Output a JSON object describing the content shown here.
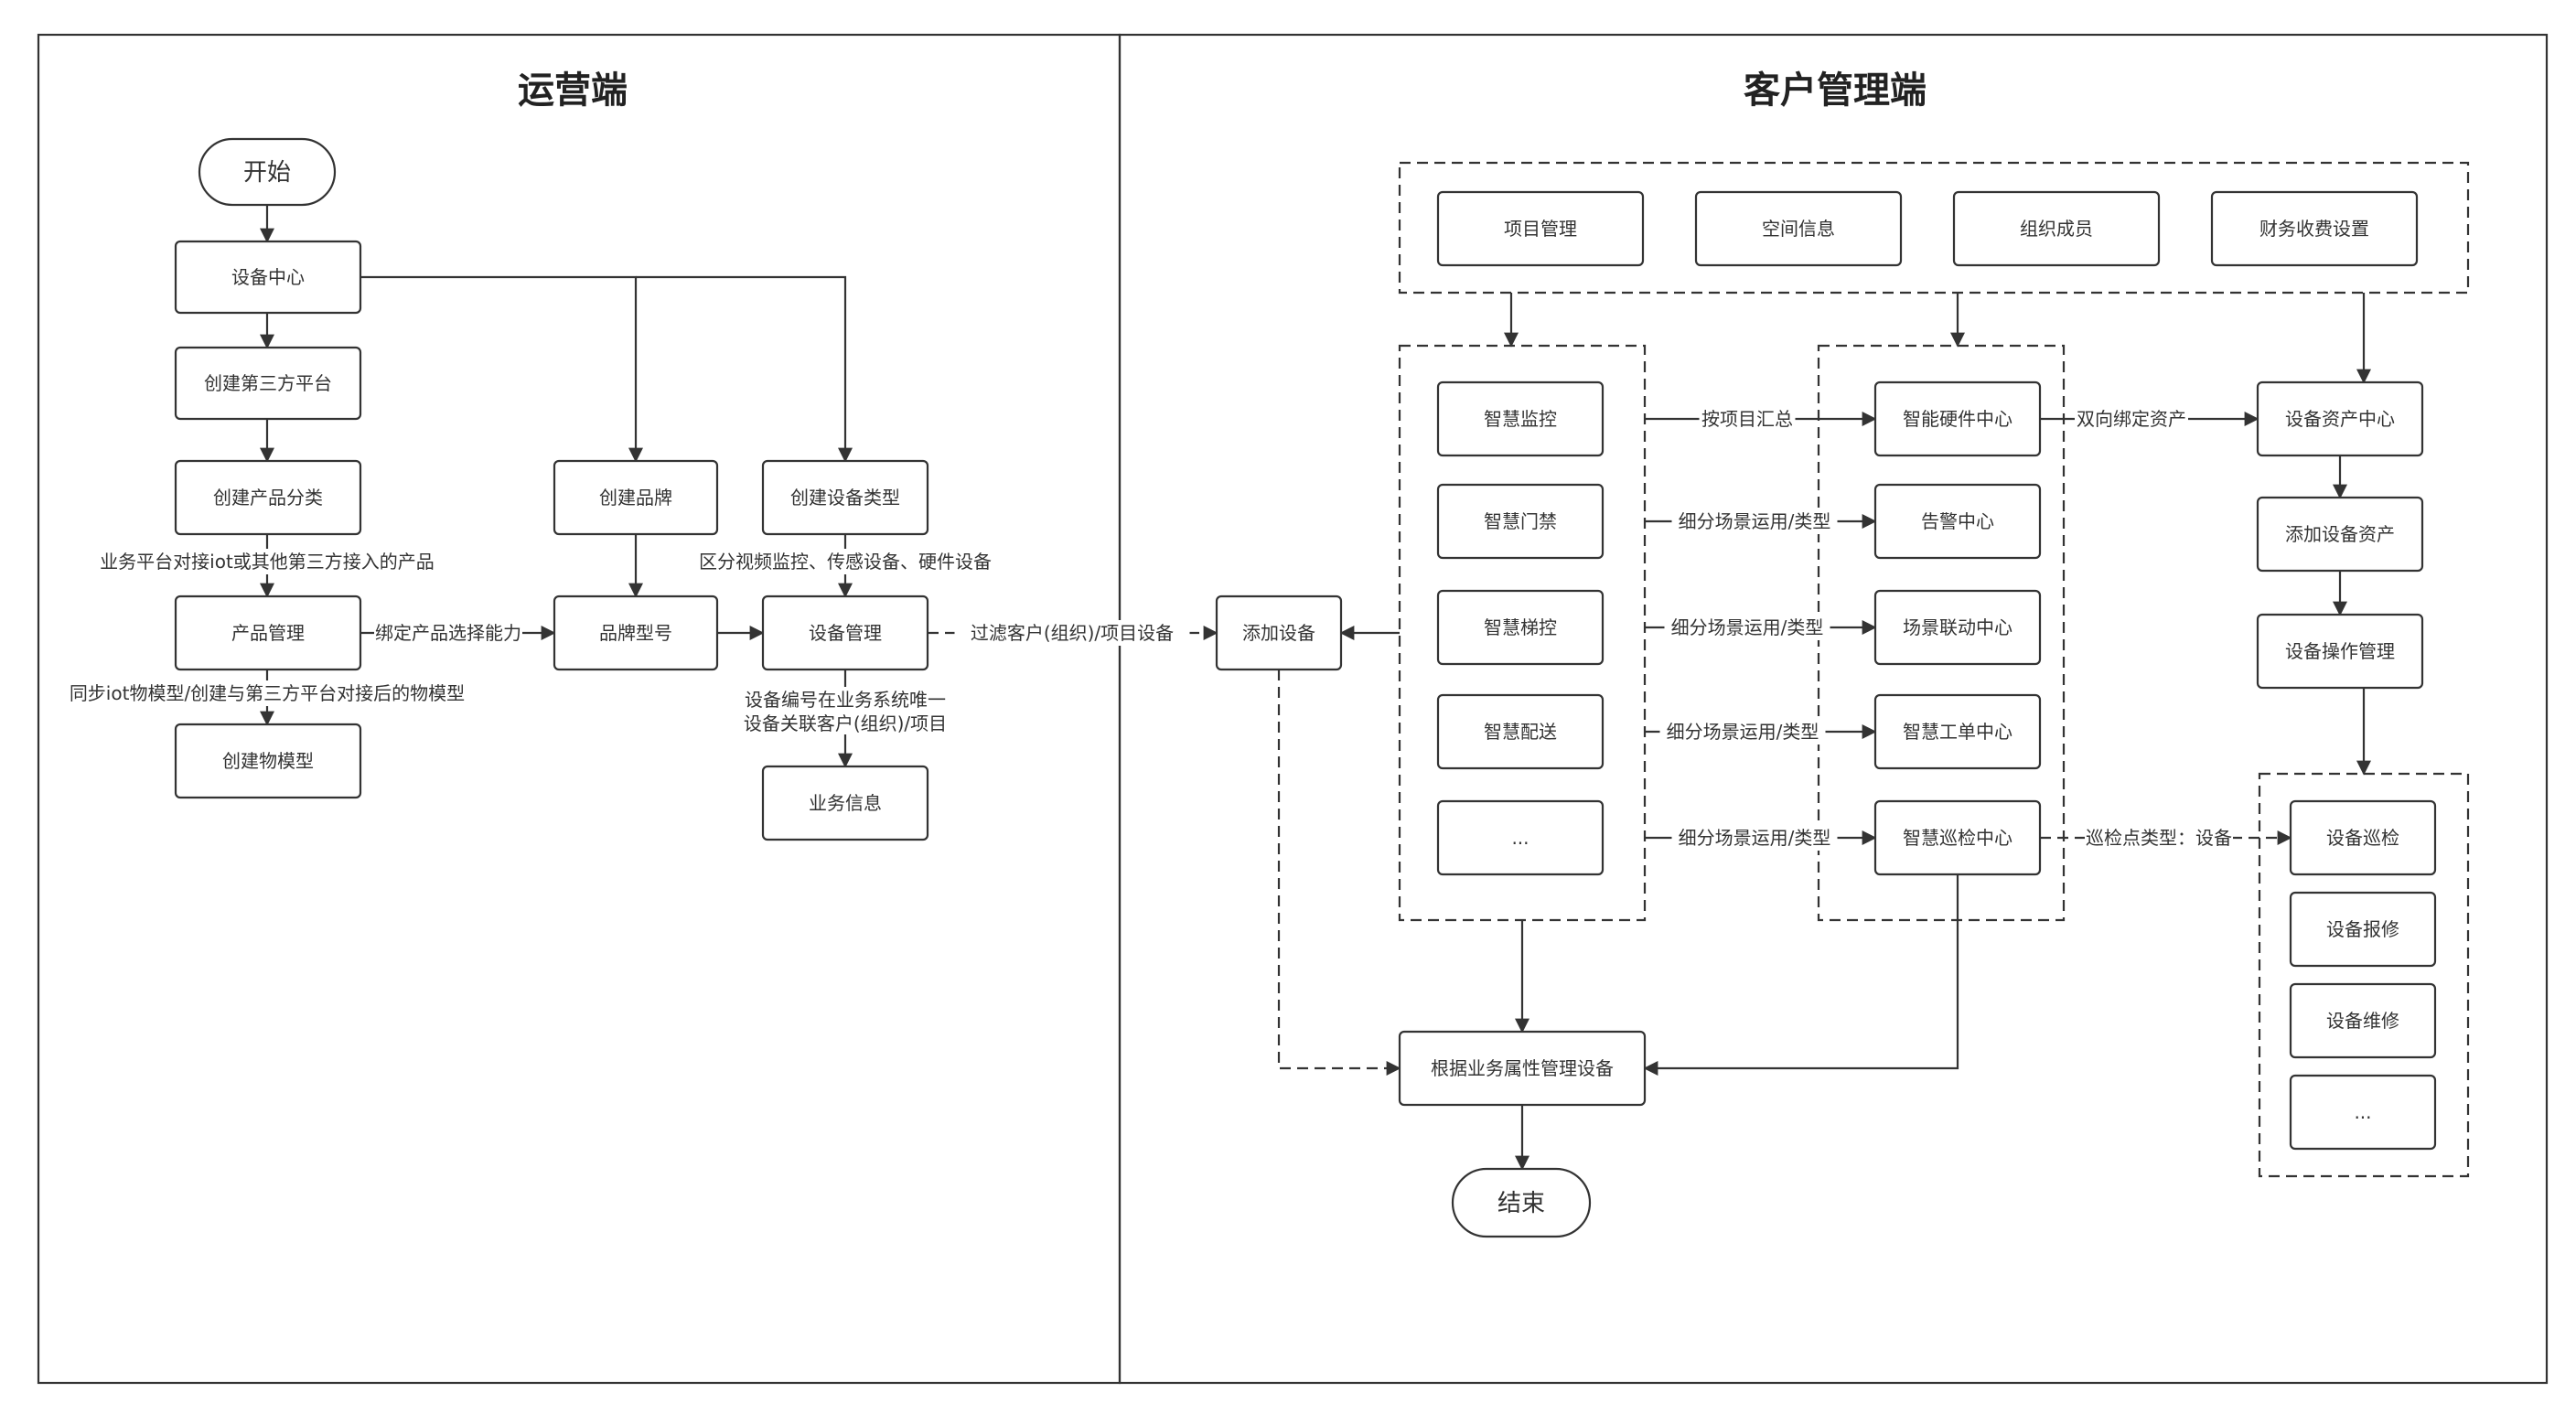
{
  "lanes": [
    {
      "id": "ops",
      "title": "运营端"
    },
    {
      "id": "client",
      "title": "客户管理端"
    }
  ],
  "nodes": [
    {
      "id": "start",
      "label": "开始",
      "shape": "terminal"
    },
    {
      "id": "device_center",
      "label": "设备中心"
    },
    {
      "id": "create_third",
      "label": "创建第三方平台"
    },
    {
      "id": "create_cat",
      "label": "创建产品分类"
    },
    {
      "id": "product_mgmt",
      "label": "产品管理"
    },
    {
      "id": "create_thing",
      "label": "创建物模型"
    },
    {
      "id": "create_brand",
      "label": "创建品牌"
    },
    {
      "id": "brand_model",
      "label": "品牌型号"
    },
    {
      "id": "create_devtype",
      "label": "创建设备类型"
    },
    {
      "id": "device_mgmt",
      "label": "设备管理"
    },
    {
      "id": "biz_info",
      "label": "业务信息"
    },
    {
      "id": "add_device",
      "label": "添加设备"
    },
    {
      "id": "project_mgmt",
      "label": "项目管理"
    },
    {
      "id": "space_info",
      "label": "空间信息"
    },
    {
      "id": "org_members",
      "label": "组织成员"
    },
    {
      "id": "finance",
      "label": "财务收费设置"
    },
    {
      "id": "smart_monitor",
      "label": "智慧监控"
    },
    {
      "id": "smart_access",
      "label": "智慧门禁"
    },
    {
      "id": "smart_elevator",
      "label": "智慧梯控"
    },
    {
      "id": "smart_delivery",
      "label": "智慧配送"
    },
    {
      "id": "more_left",
      "label": "..."
    },
    {
      "id": "hw_center",
      "label": "智能硬件中心"
    },
    {
      "id": "alarm_center",
      "label": "告警中心"
    },
    {
      "id": "scene_center",
      "label": "场景联动中心"
    },
    {
      "id": "workorder_center",
      "label": "智慧工单中心"
    },
    {
      "id": "patrol_center",
      "label": "智慧巡检中心"
    },
    {
      "id": "asset_center",
      "label": "设备资产中心"
    },
    {
      "id": "add_asset",
      "label": "添加设备资产"
    },
    {
      "id": "dev_ops_mgmt",
      "label": "设备操作管理"
    },
    {
      "id": "dev_patrol",
      "label": "设备巡检"
    },
    {
      "id": "dev_report",
      "label": "设备报修"
    },
    {
      "id": "dev_repair",
      "label": "设备维修"
    },
    {
      "id": "more_right",
      "label": "..."
    },
    {
      "id": "manage_by_attr",
      "label": "根据业务属性管理设备"
    },
    {
      "id": "end",
      "label": "结束",
      "shape": "terminal"
    }
  ],
  "edges": [
    {
      "from": "start",
      "to": "device_center",
      "label": ""
    },
    {
      "from": "device_center",
      "to": "create_third",
      "label": ""
    },
    {
      "from": "device_center",
      "to": "create_brand",
      "label": ""
    },
    {
      "from": "device_center",
      "to": "create_devtype",
      "label": ""
    },
    {
      "from": "create_third",
      "to": "create_cat",
      "label": ""
    },
    {
      "from": "create_cat",
      "to": "product_mgmt",
      "label": "业务平台对接iot或其他第三方接入的产品"
    },
    {
      "from": "product_mgmt",
      "to": "create_thing",
      "label": "同步iot物模型/创建与第三方平台对接后的物模型"
    },
    {
      "from": "product_mgmt",
      "to": "brand_model",
      "label": "绑定产品选择能力"
    },
    {
      "from": "create_brand",
      "to": "brand_model",
      "label": ""
    },
    {
      "from": "brand_model",
      "to": "device_mgmt",
      "label": ""
    },
    {
      "from": "create_devtype",
      "to": "device_mgmt",
      "label": "区分视频监控、传感设备、硬件设备"
    },
    {
      "from": "device_mgmt",
      "to": "biz_info",
      "label_lines": [
        "设备编号在业务系统唯一",
        "设备关联客户(组织)/项目"
      ]
    },
    {
      "from": "device_mgmt",
      "to": "add_device",
      "label": "过滤客户(组织)/项目设备",
      "style": "dashed"
    },
    {
      "from": "client_top_group",
      "to": "smart_group",
      "label": ""
    },
    {
      "from": "client_top_group",
      "to": "center_group",
      "label": ""
    },
    {
      "from": "client_top_group",
      "to": "asset_center",
      "label": ""
    },
    {
      "from": "smart_group",
      "to": "add_device",
      "label": ""
    },
    {
      "from": "smart_monitor",
      "to": "hw_center",
      "label": "按项目汇总"
    },
    {
      "from": "smart_access",
      "to": "alarm_center",
      "label": "细分场景运用/类型"
    },
    {
      "from": "smart_elevator",
      "to": "scene_center",
      "label": "细分场景运用/类型"
    },
    {
      "from": "smart_delivery",
      "to": "workorder_center",
      "label": "细分场景运用/类型"
    },
    {
      "from": "more_left",
      "to": "patrol_center",
      "label": "细分场景运用/类型"
    },
    {
      "from": "hw_center",
      "to": "asset_center",
      "label": "双向绑定资产"
    },
    {
      "from": "asset_center",
      "to": "add_asset",
      "label": ""
    },
    {
      "from": "add_asset",
      "to": "dev_ops_mgmt",
      "label": ""
    },
    {
      "from": "dev_ops_mgmt",
      "to": "maint_group",
      "label": ""
    },
    {
      "from": "patrol_center",
      "to": "dev_patrol",
      "label": "巡检点类型：设备",
      "style": "dashed"
    },
    {
      "from": "patrol_center",
      "to": "manage_by_attr",
      "label": ""
    },
    {
      "from": "smart_group",
      "to": "manage_by_attr",
      "label": ""
    },
    {
      "from": "add_device",
      "to": "manage_by_attr",
      "label": "",
      "style": "dashed"
    },
    {
      "from": "manage_by_attr",
      "to": "end",
      "label": ""
    }
  ]
}
